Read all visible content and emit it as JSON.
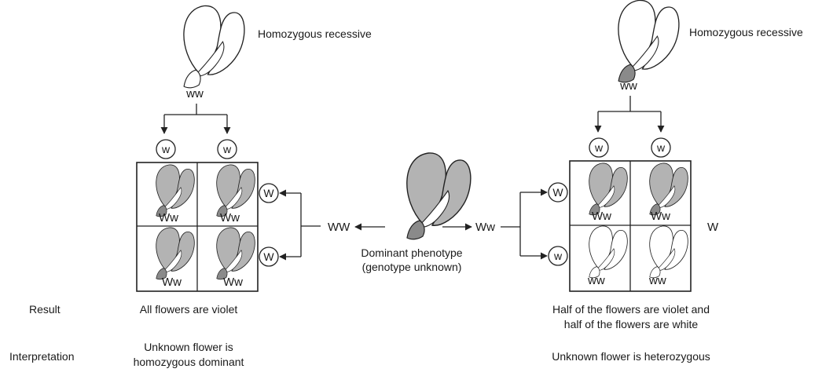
{
  "left_cross": {
    "recessive_parent_label": "Homozygous recessive",
    "recessive_parent_genotype": "ww",
    "top_gametes": [
      "w",
      "w"
    ],
    "side_gametes": [
      "W",
      "W"
    ],
    "cell_genotypes": [
      "Ww",
      "Ww",
      "Ww",
      "Ww"
    ],
    "cell_flower_color": [
      "violet",
      "violet",
      "violet",
      "violet"
    ],
    "result": "All flowers are violet",
    "interpretation_line1": "Unknown flower is",
    "interpretation_line2": "homozygous dominant"
  },
  "center": {
    "left_genotype": "WW",
    "right_genotype": "Ww",
    "phenotype_line1": "Dominant phenotype",
    "phenotype_line2": "(genotype unknown)"
  },
  "right_cross": {
    "recessive_parent_label": "Homozygous recessive",
    "recessive_parent_genotype": "ww",
    "top_gametes": [
      "w",
      "w"
    ],
    "side_gametes": [
      "W",
      "w"
    ],
    "cell_genotypes": [
      "Ww",
      "Ww",
      "ww",
      "ww"
    ],
    "cell_flower_color": [
      "violet",
      "violet",
      "white",
      "white"
    ],
    "side_extra_label": "W",
    "result_line1": "Half of the flowers are violet and",
    "result_line2": "half of the flowers are white",
    "interpretation": "Unknown flower is heterozygous"
  },
  "row_labels": {
    "result": "Result",
    "interpretation": "Interpretation"
  },
  "colors": {
    "violet_fill": "#b3b3b3",
    "white_fill": "#ffffff",
    "line": "#222222"
  }
}
